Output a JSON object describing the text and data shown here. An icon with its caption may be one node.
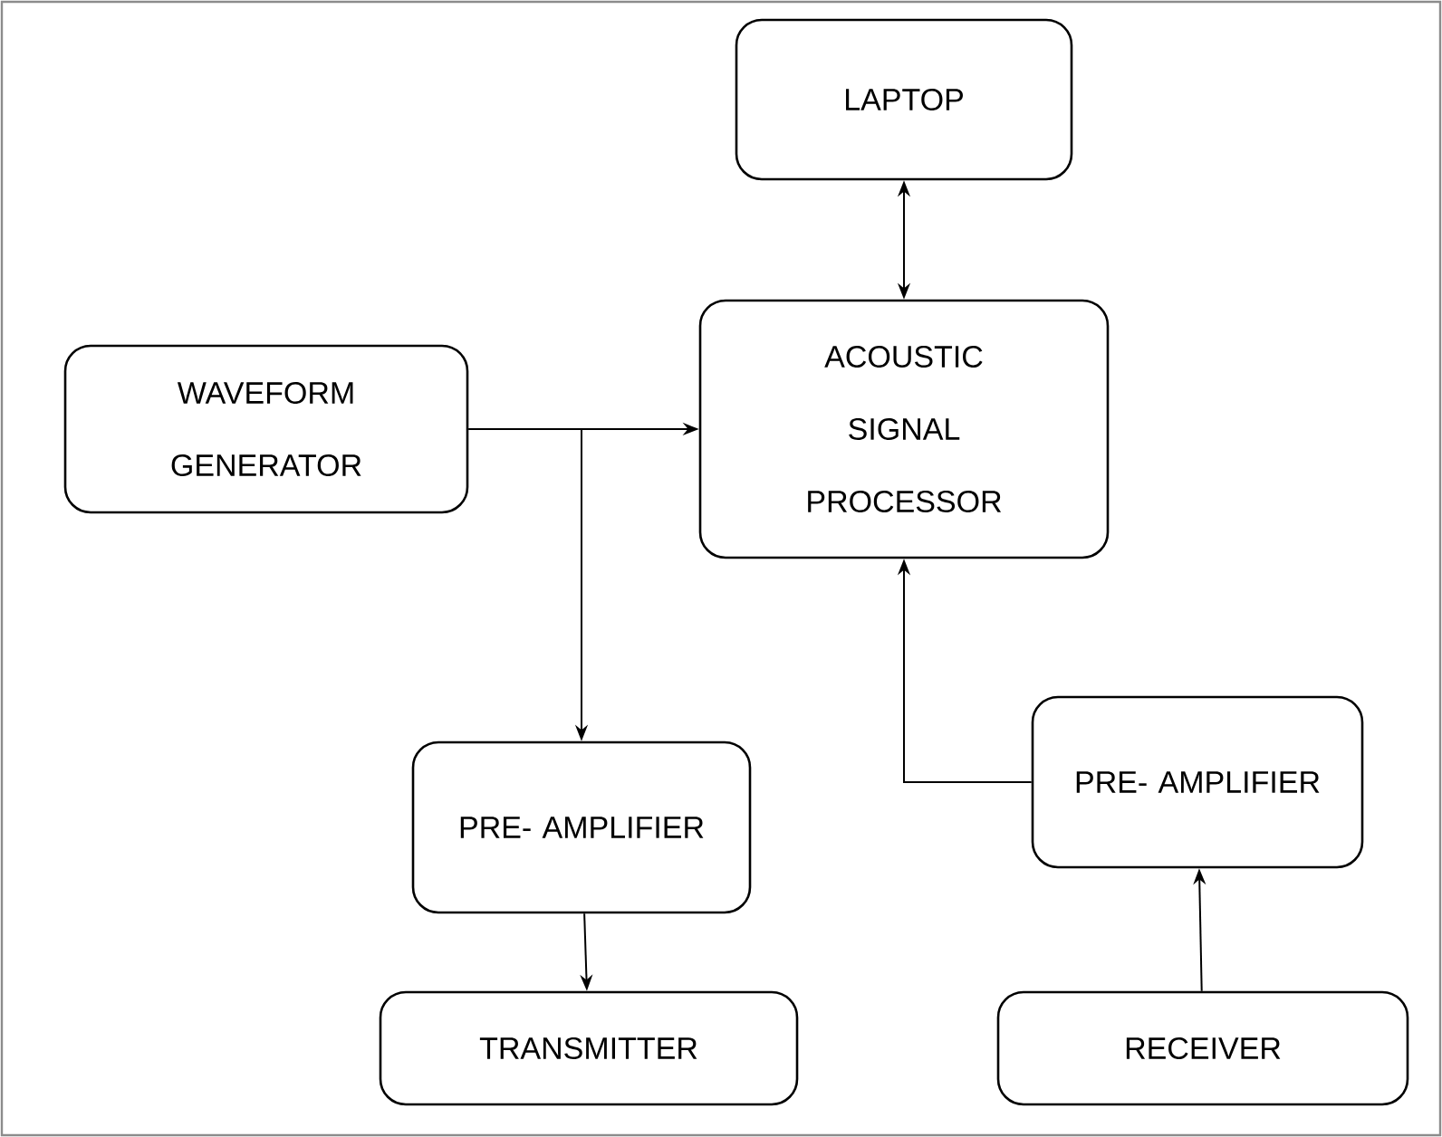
{
  "diagram": {
    "nodes": [
      {
        "text": [
          "LAPTOP"
        ]
      },
      {
        "text": [
          "WAVEFORM GENERATOR"
        ]
      },
      {
        "text": [
          "ACOUSTIC SIGNAL PROCESSOR"
        ]
      },
      {
        "text": [
          "PRE- AMPLIFIER"
        ]
      },
      {
        "text": [
          "PRE- AMPLIFIER"
        ]
      },
      {
        "text": [
          "TRANSMITTER"
        ]
      },
      {
        "text": [
          "RECEIVER"
        ]
      }
    ],
    "edges": [
      {
        "from": 0,
        "to": 2,
        "arrow": "both"
      },
      {
        "from": 1,
        "to": 2,
        "arrow": "to"
      },
      {
        "from": 1,
        "to": 3,
        "arrow": "to"
      },
      {
        "from": 3,
        "to": 5,
        "arrow": "to"
      },
      {
        "from": 6,
        "to": 4,
        "arrow": "to"
      },
      {
        "from": 4,
        "to": 2,
        "arrow": "to"
      }
    ]
  }
}
